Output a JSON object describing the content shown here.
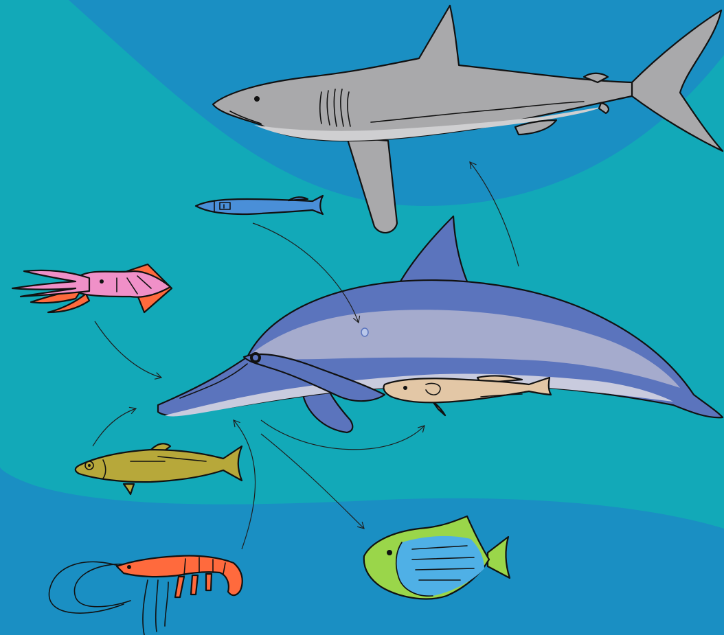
{
  "colors": {
    "outer_water": "#1a8fc3",
    "inner_water": "#12a9b8",
    "shark_body": "#a9a9ab",
    "shark_belly": "#cfcfd1",
    "dolphin_back": "#5b74bd",
    "dolphin_stripe": "#a5abcd",
    "dolphin_belly": "#c9cbde",
    "lanternfish": "#4a8fd8",
    "squid": "#f090c8",
    "squid_tentacles": "#ff6a3d",
    "mackerel": "#b7a83a",
    "shrimp": "#ff6a3d",
    "hake": "#e3c7a6",
    "triggerfish_green": "#9ad64a",
    "triggerfish_blue": "#4fb0e6"
  },
  "organisms": [
    "shark-icon",
    "dolphin-icon",
    "lanternfish-icon",
    "squid-icon",
    "mackerel-icon",
    "shrimp-icon",
    "hake-icon",
    "triggerfish-icon",
    "cookiecutter-bite-icon"
  ],
  "links": [
    {
      "from": "dolphin",
      "to": "shark"
    },
    {
      "from": "lanternfish",
      "to": "dolphin"
    },
    {
      "from": "squid",
      "to": "dolphin"
    },
    {
      "from": "mackerel",
      "to": "dolphin"
    },
    {
      "from": "shrimp",
      "to": "dolphin"
    },
    {
      "from": "dolphin",
      "to": "hake"
    },
    {
      "from": "dolphin",
      "to": "triggerfish"
    }
  ]
}
